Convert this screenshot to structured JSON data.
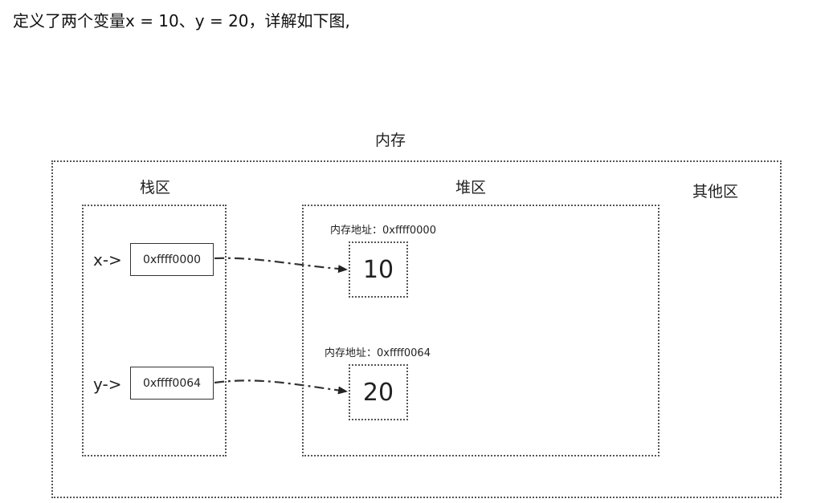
{
  "intro": "定义了两个变量x = 10、y = 20，详解如下图,",
  "diagram": {
    "memory_label": "内存",
    "stack_label": "栈区",
    "heap_label": "堆区",
    "other_label": "其他区",
    "vars": [
      {
        "label": "x->",
        "address": "0xffff0000"
      },
      {
        "label": "y->",
        "address": "0xffff0064"
      }
    ],
    "heap_cells": [
      {
        "address_label": "内存地址：0xffff0000",
        "value": "10"
      },
      {
        "address_label": "内存地址：0xffff0064",
        "value": "20"
      }
    ]
  }
}
